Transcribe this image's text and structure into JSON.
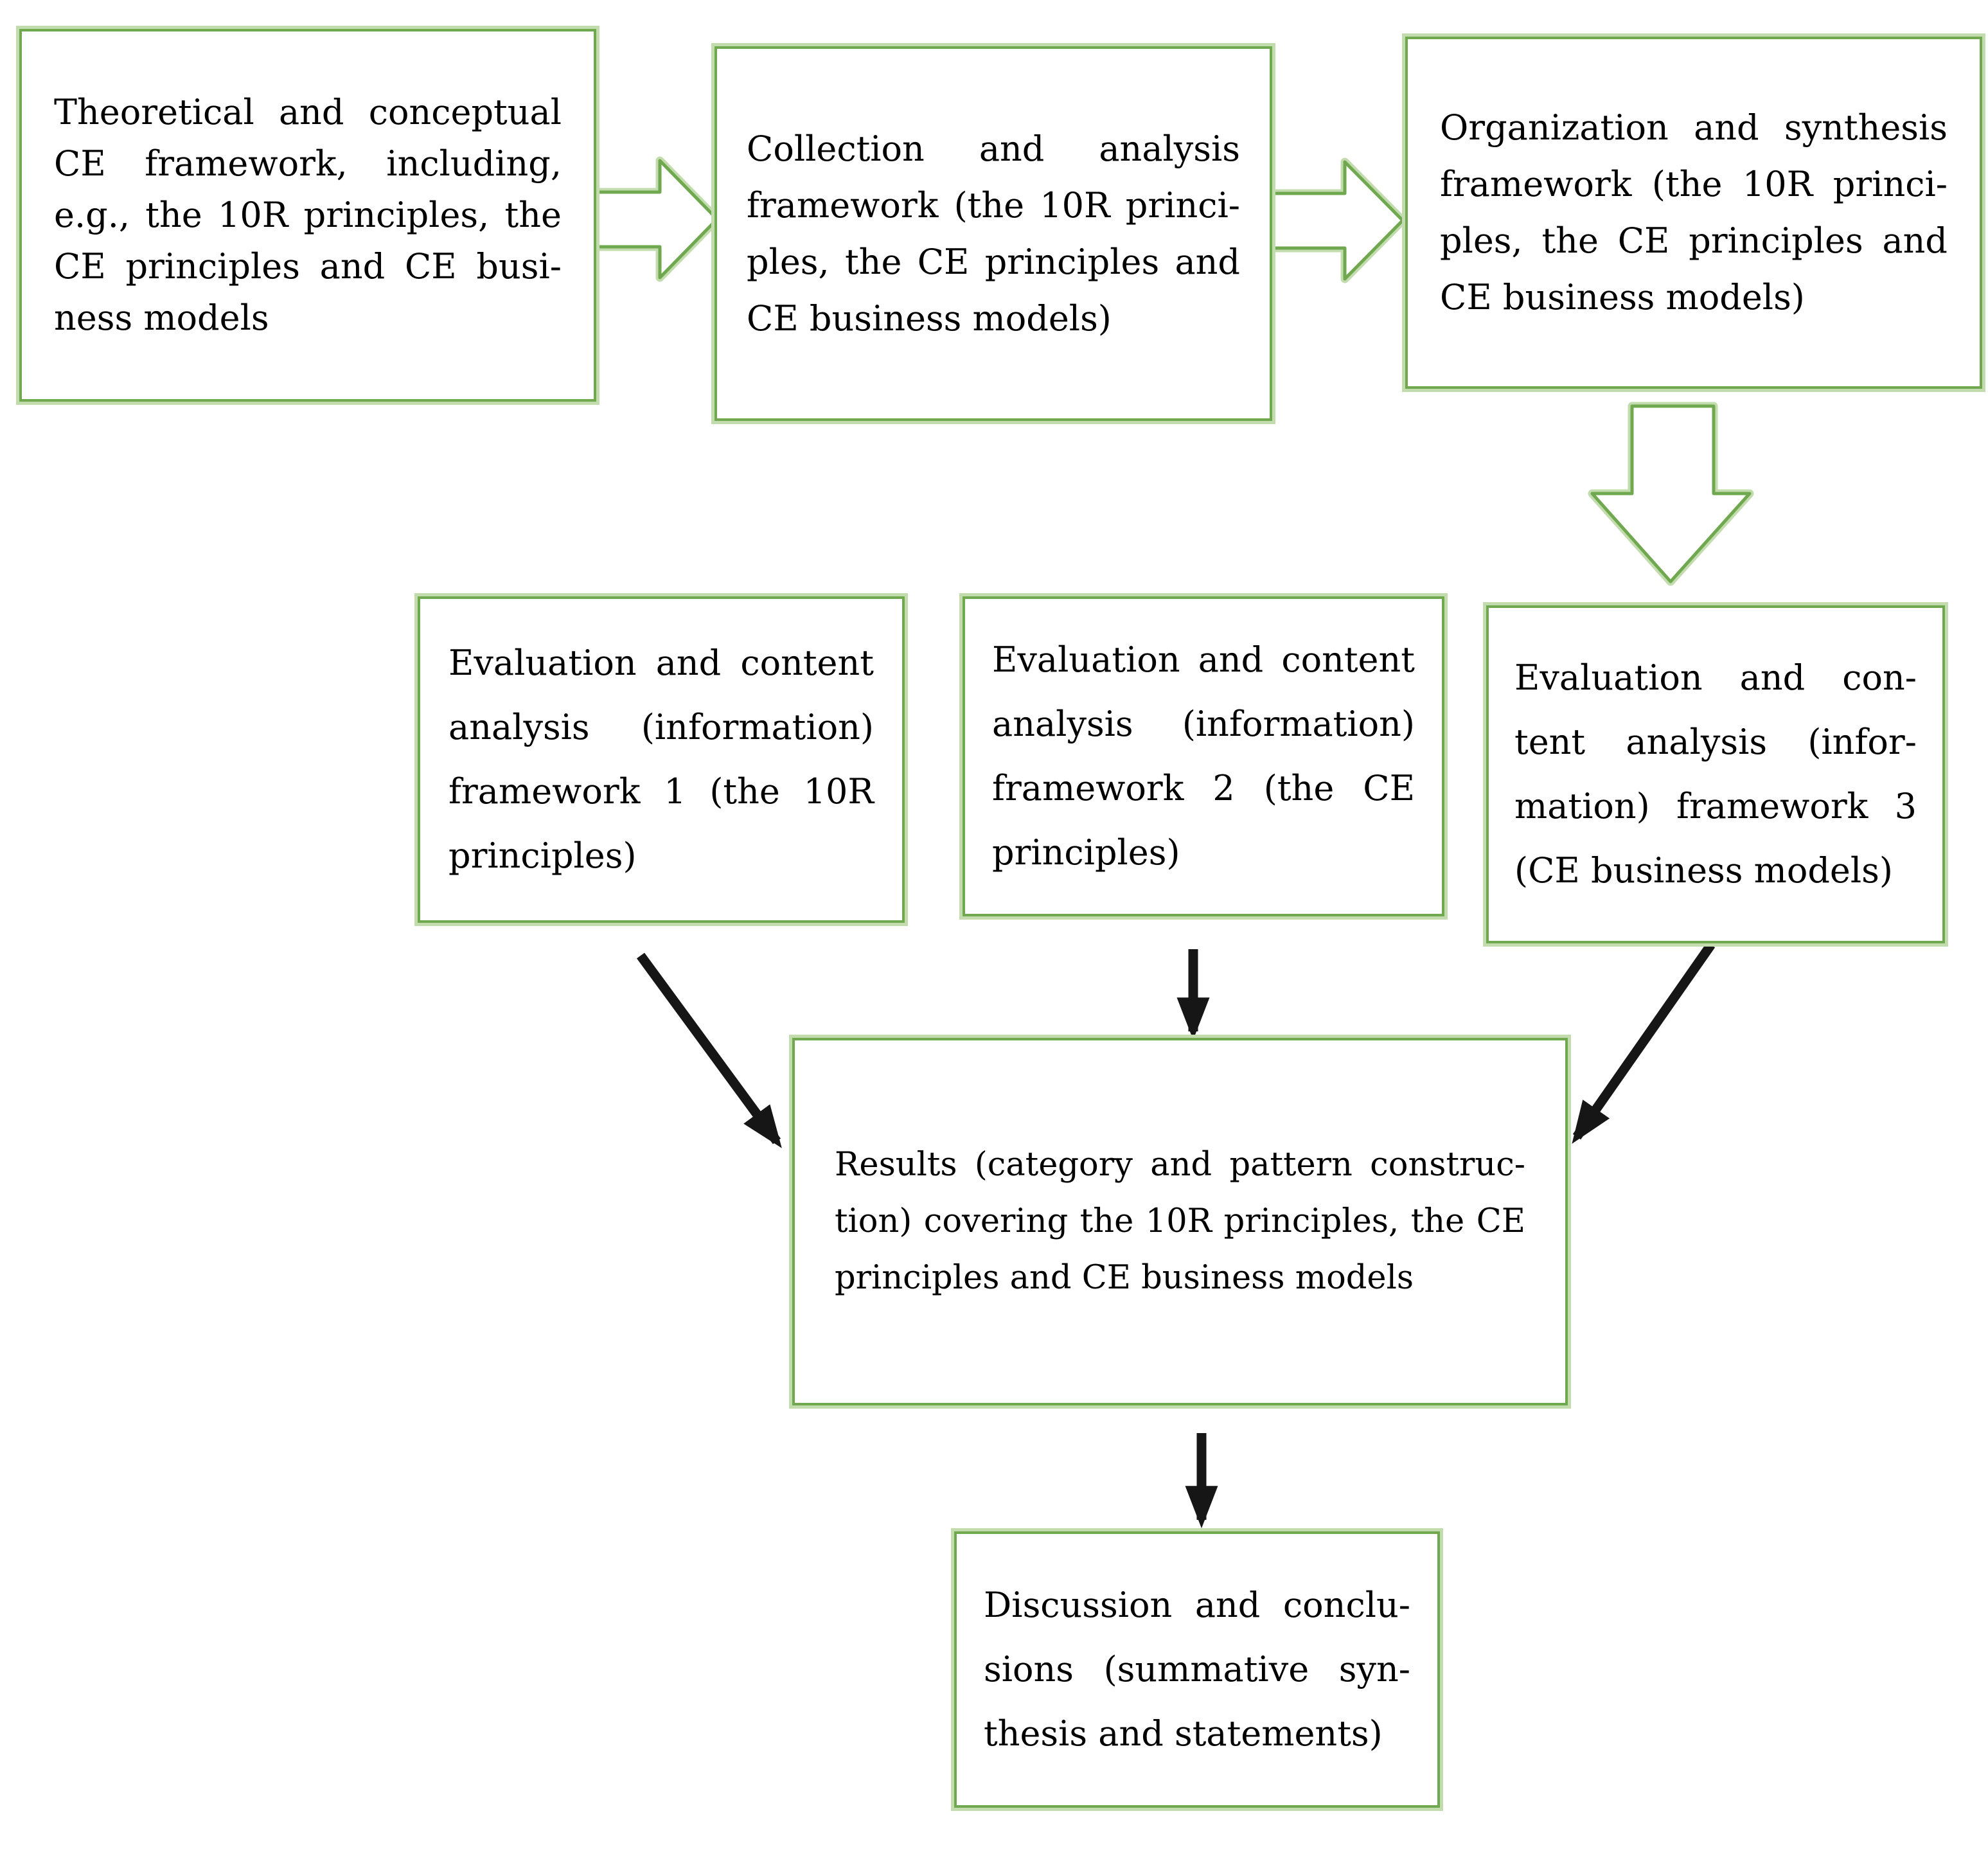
{
  "figure_type": "research-process-flowchart",
  "colors": {
    "background": "#ffffff",
    "box_fill": "#ffffff",
    "box_border_dark": "#6fa84f",
    "box_border_light": "#c3dcae",
    "green_arrow_dark": "#6fa84f",
    "green_arrow_light": "#c3dcae",
    "black_arrow": "#161616",
    "text": "#000000"
  },
  "boxes": [
    {
      "id": "theoretical-framework",
      "lines": [
        "Theoretical and conceptual",
        "CE framework, including,",
        "e.g., the 10R principles, the",
        "CE principles and CE busi-",
        "ness models"
      ]
    },
    {
      "id": "collection-analysis",
      "lines": [
        "Collection and analysis",
        "framework (the 10R princi-",
        "ples, the CE principles and",
        "CE business models)"
      ]
    },
    {
      "id": "organization-synthesis",
      "lines": [
        "Organization and synthesis",
        "framework (the 10R princi-",
        "ples, the CE principles and",
        "CE business models)"
      ]
    },
    {
      "id": "evaluation-framework-1",
      "lines": [
        "Evaluation and content",
        "analysis (information)",
        "framework 1 (the 10R",
        "principles)"
      ]
    },
    {
      "id": "evaluation-framework-2",
      "lines": [
        "Evaluation and content",
        "analysis (information)",
        "framework 2 (the CE",
        "principles)"
      ]
    },
    {
      "id": "evaluation-framework-3",
      "lines": [
        "Evaluation and con-",
        "tent analysis (infor-",
        "mation) framework 3",
        "(CE business models)"
      ]
    },
    {
      "id": "results",
      "lines": [
        "Results (category and pattern construc-",
        "tion) covering the 10R principles, the CE",
        "principles and CE business models"
      ]
    },
    {
      "id": "discussion-conclusions",
      "lines": [
        "Discussion and conclu-",
        "sions (summative syn-",
        "thesis and statements)"
      ]
    }
  ],
  "edges": [
    {
      "from": "theoretical-framework",
      "to": "collection-analysis",
      "style": "green-block-arrow",
      "direction": "right"
    },
    {
      "from": "collection-analysis",
      "to": "organization-synthesis",
      "style": "green-block-arrow",
      "direction": "right"
    },
    {
      "from": "organization-synthesis",
      "to": "evaluation-framework-3",
      "style": "green-block-arrow",
      "direction": "down"
    },
    {
      "from": "evaluation-framework-1",
      "to": "results",
      "style": "black-arrow",
      "direction": "down-right"
    },
    {
      "from": "evaluation-framework-2",
      "to": "results",
      "style": "black-arrow",
      "direction": "down"
    },
    {
      "from": "evaluation-framework-3",
      "to": "results",
      "style": "black-arrow",
      "direction": "down-left"
    },
    {
      "from": "results",
      "to": "discussion-conclusions",
      "style": "black-arrow",
      "direction": "down"
    }
  ]
}
